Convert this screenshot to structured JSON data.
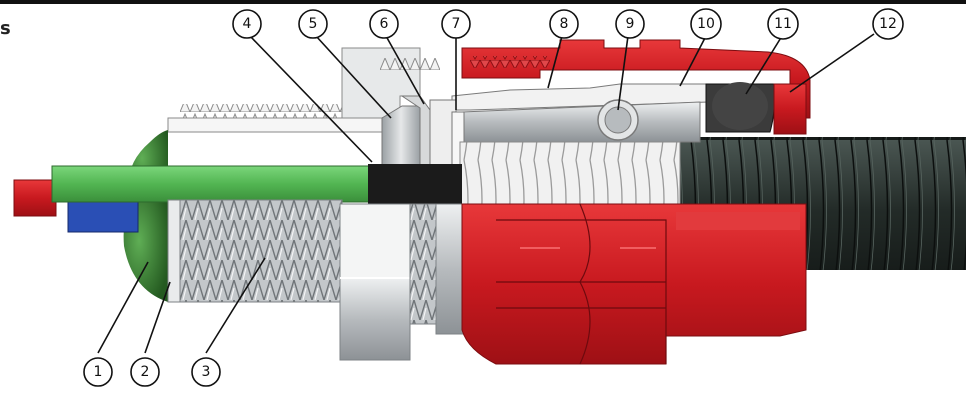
{
  "header": {
    "partial_title": "s"
  },
  "callouts": [
    {
      "id": 1,
      "label": "1"
    },
    {
      "id": 2,
      "label": "2"
    },
    {
      "id": 3,
      "label": "3"
    },
    {
      "id": 4,
      "label": "4"
    },
    {
      "id": 5,
      "label": "5"
    },
    {
      "id": 6,
      "label": "6"
    },
    {
      "id": 7,
      "label": "7"
    },
    {
      "id": 8,
      "label": "8"
    },
    {
      "id": 9,
      "label": "9"
    },
    {
      "id": 10,
      "label": "10"
    },
    {
      "id": 11,
      "label": "11"
    },
    {
      "id": 12,
      "label": "12"
    }
  ],
  "colors": {
    "red_part": "#d8262b",
    "green_cable": "#5cbf5c",
    "green_seal": "#3f8f3a",
    "blue_wire": "#2a4fb5",
    "black_band": "#1b1b1b",
    "dark_conduit": "#2f3a36",
    "silver": "#c9ccce"
  }
}
